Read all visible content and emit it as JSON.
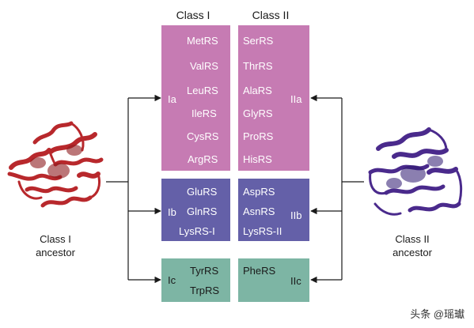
{
  "headers": {
    "class1": "Class I",
    "class2": "Class II"
  },
  "class1": {
    "a": {
      "label": "Ia",
      "items": [
        "MetRS",
        "ValRS",
        "LeuRS",
        "IleRS",
        "CysRS",
        "ArgRS"
      ]
    },
    "b": {
      "label": "Ib",
      "items": [
        "GluRS",
        "GlnRS",
        "LysRS-I"
      ]
    },
    "c": {
      "label": "Ic",
      "items": [
        "TyrRS",
        "TrpRS"
      ]
    }
  },
  "class2": {
    "a": {
      "label": "IIa",
      "items": [
        "SerRS",
        "ThrRS",
        "AlaRS",
        "GlyRS",
        "ProRS",
        "HisRS"
      ]
    },
    "b": {
      "label": "IIb",
      "items": [
        "AspRS",
        "AsnRS",
        "LysRS-II"
      ]
    },
    "c": {
      "label": "IIc",
      "items": [
        "PheRS"
      ]
    }
  },
  "ancestors": {
    "left": {
      "line1": "Class I",
      "line2": "ancestor",
      "color": "#b8282c"
    },
    "right": {
      "line1": "Class II",
      "line2": "ancestor",
      "color": "#4a2a8c"
    }
  },
  "colors": {
    "sub_a": "#c67bb3",
    "sub_b": "#6460a8",
    "sub_c": "#7db5a4"
  },
  "watermark": "头条 @瑶瓛"
}
